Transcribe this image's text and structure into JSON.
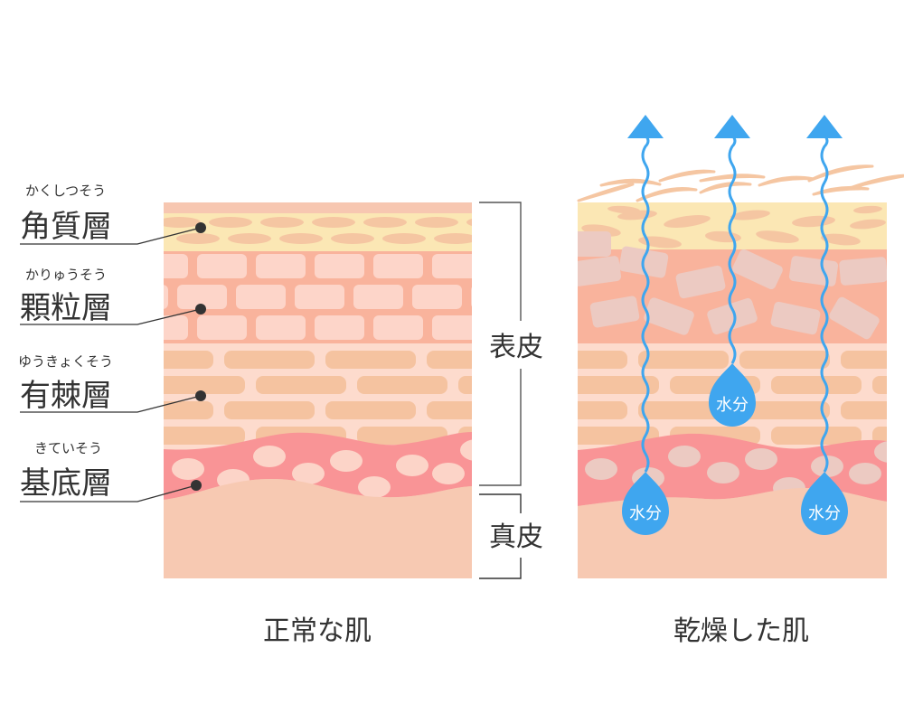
{
  "diagram": {
    "type": "skin-cross-section-comparison",
    "colors": {
      "stratum_corneum_bg": "#fbe7b4",
      "corneum_cells": "#f5c6a2",
      "top_band": "#f7c7b1",
      "granular_bg": "#f9b39c",
      "granular_cells": "#fdd5c9",
      "spinous_bg": "#fddbcd",
      "spinous_cells": "#f5c3a0",
      "basal_band": "#f99496",
      "basal_cells": "#fcd4c8",
      "dermis": "#f7c9b2",
      "dry_cells": "#eccac2",
      "water": "#3fa6ef",
      "leader": "#333333"
    },
    "layers": [
      {
        "name": "角質層",
        "reading": "かくしつそう"
      },
      {
        "name": "顆粒層",
        "reading": "かりゅうそう"
      },
      {
        "name": "有棘層",
        "reading": "ゆうきょくそう"
      },
      {
        "name": "基底層",
        "reading": "きていそう"
      }
    ],
    "brackets": [
      {
        "label": "表皮"
      },
      {
        "label": "真皮"
      }
    ],
    "panels": [
      {
        "caption": "正常な肌"
      },
      {
        "caption": "乾燥した肌"
      }
    ],
    "water_label": "水分"
  }
}
